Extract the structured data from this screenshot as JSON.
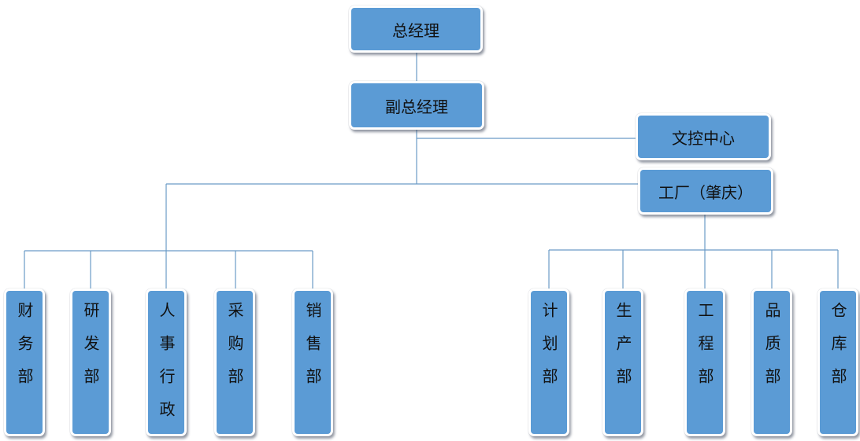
{
  "top": {
    "gm": "总经理",
    "deputy_gm": "副总经理",
    "doc_control": "文控中心",
    "factory": "工厂（肇庆）"
  },
  "left_departments": [
    "财务部",
    "研发部",
    "人事行政",
    "采购部",
    "销售部"
  ],
  "right_departments": [
    "计划部",
    "生产部",
    "工程部",
    "品质部",
    "仓库部"
  ],
  "colors": {
    "node_fill": "#5b9bd5",
    "connector": "#6a9bc6"
  }
}
